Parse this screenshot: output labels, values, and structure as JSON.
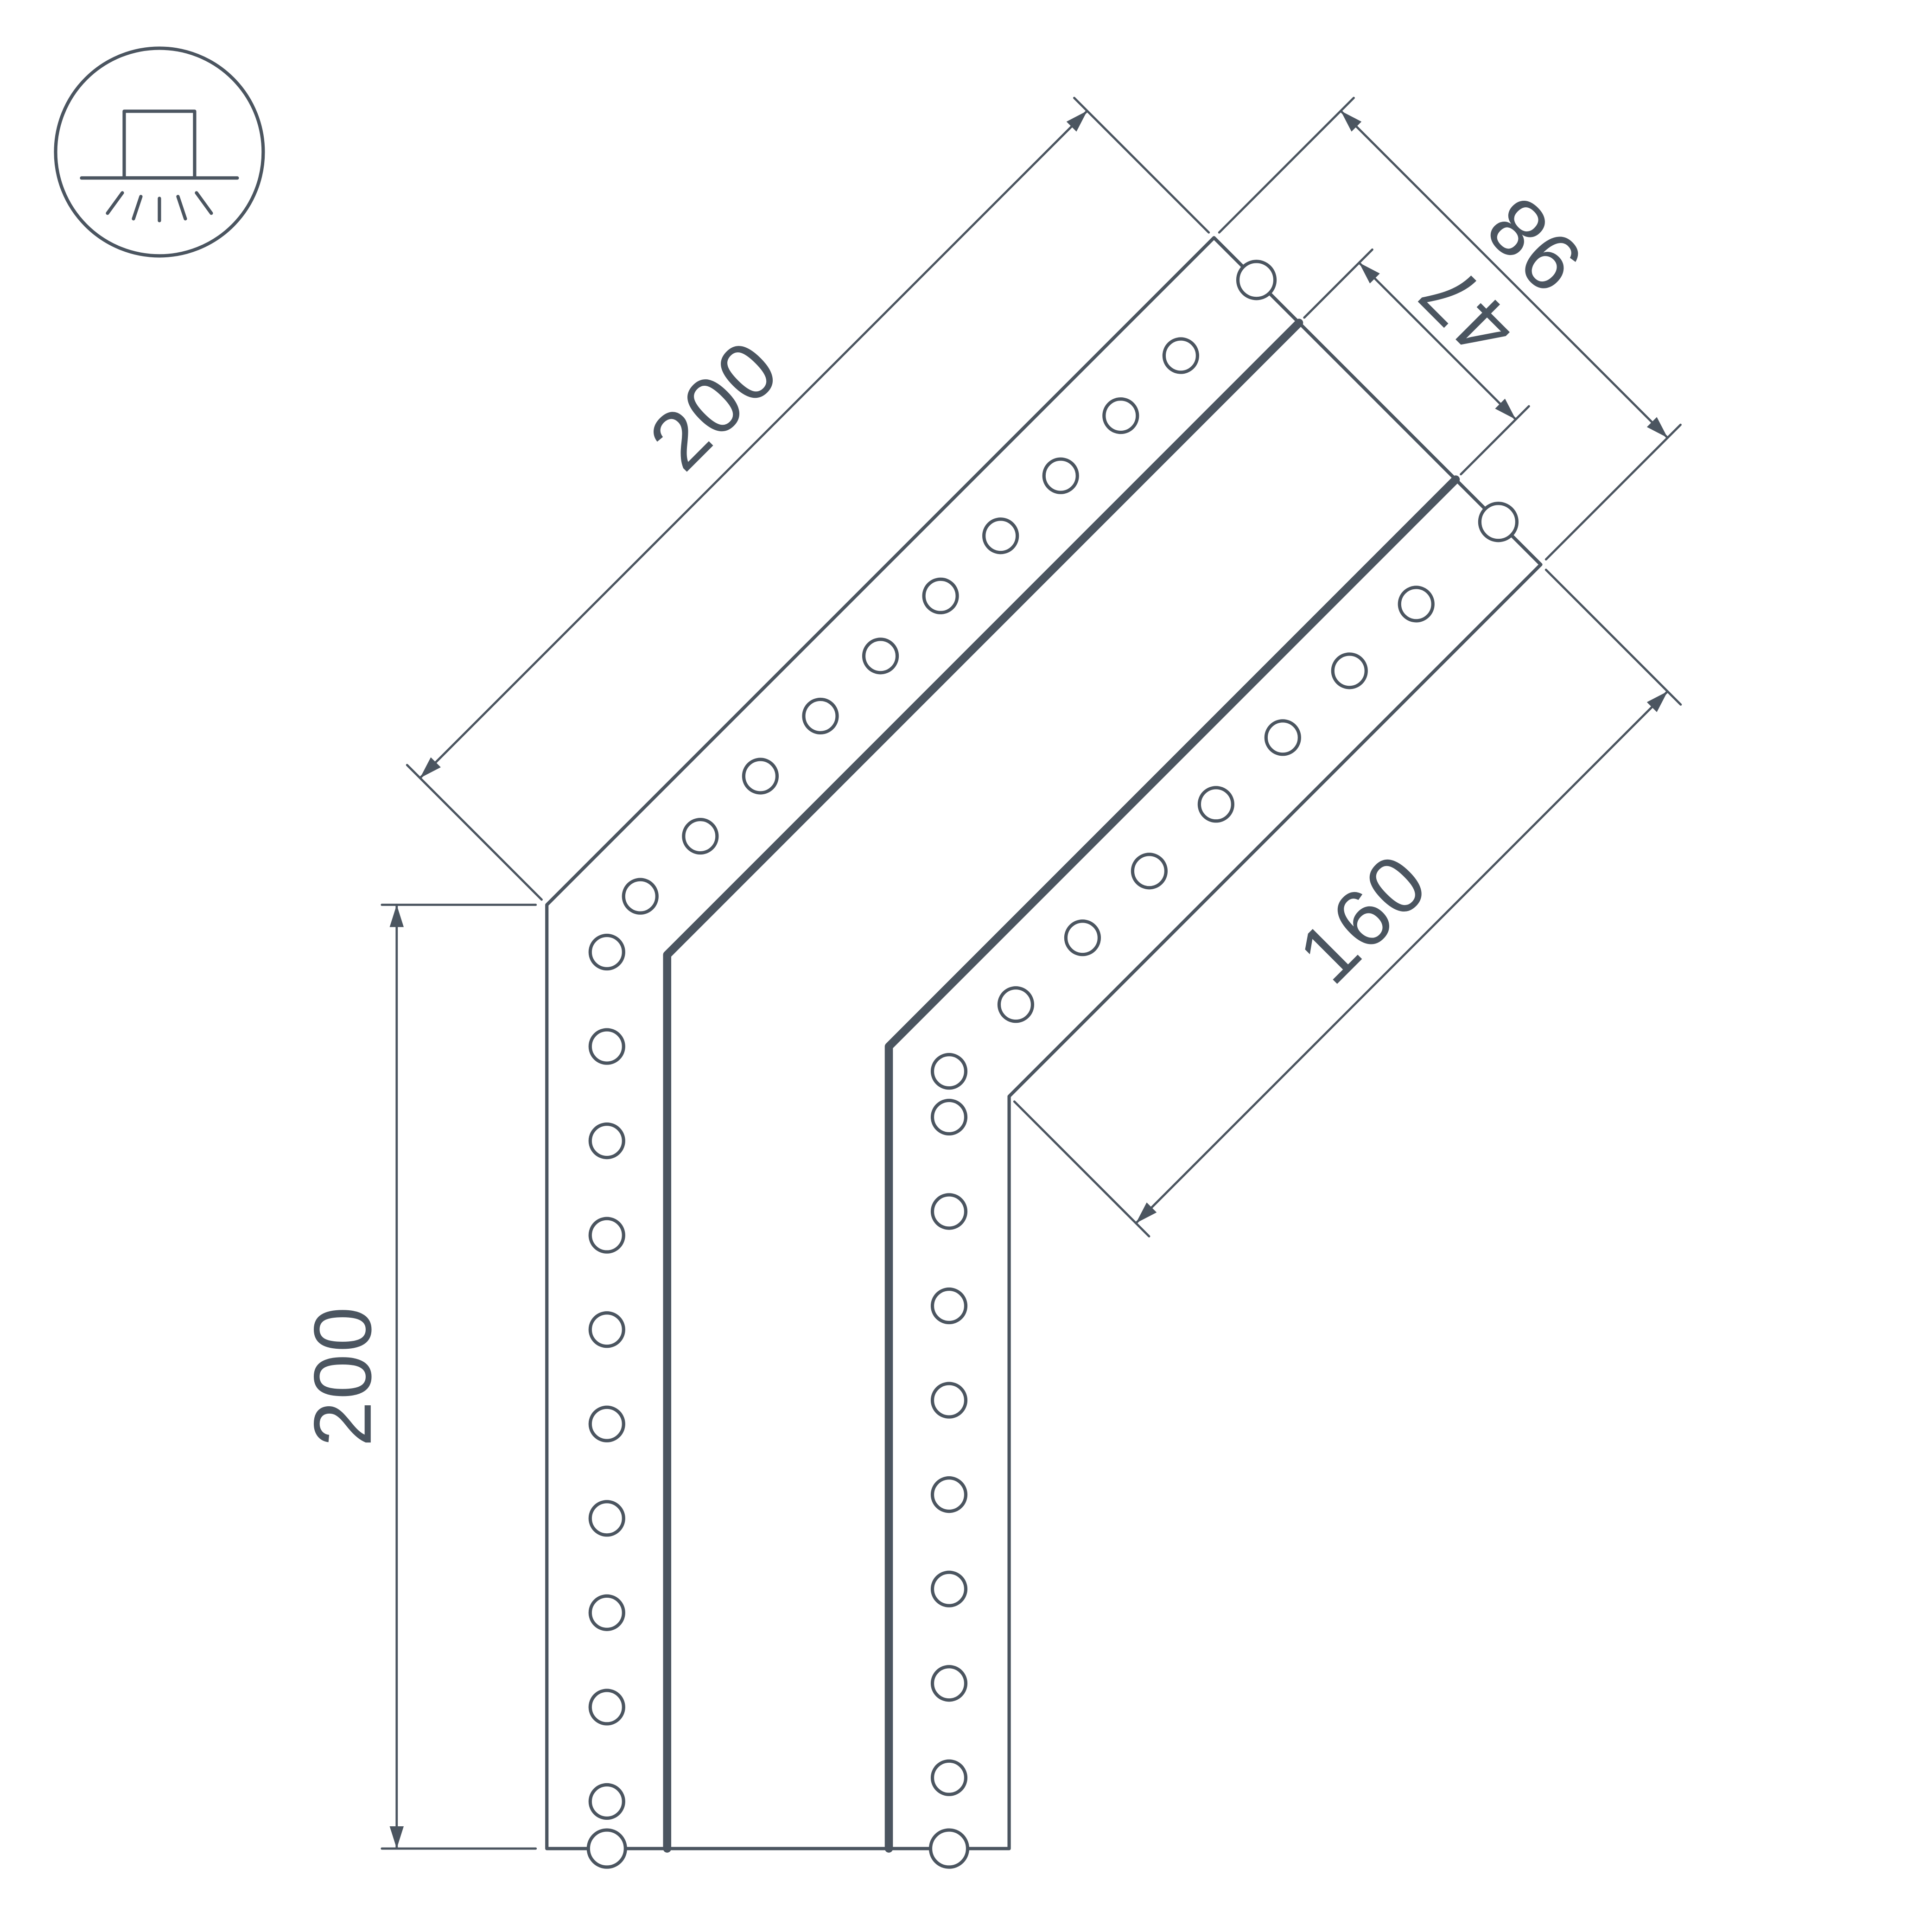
{
  "page": {
    "background": "#ffffff"
  },
  "drawing": {
    "kind": "technical-dimension-drawing",
    "line_color": "#4b5560",
    "mount_icon": "surface-mounted-luminaire-icon",
    "dimensions": {
      "left_vertical": "200",
      "upper_diagonal": "200",
      "lower_diagonal": "160",
      "end_width": "98",
      "slot_width": "47"
    }
  }
}
